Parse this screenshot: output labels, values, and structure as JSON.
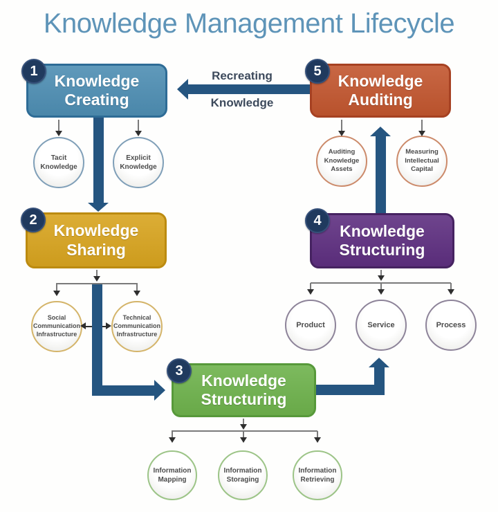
{
  "title": "Knowledge Management Lifecycle",
  "colors": {
    "title": "#5e94b8",
    "arrow": "#255580",
    "connector_line": "#7a7a7a",
    "connector_head": "#2e2e2e",
    "label_text": "#3d4a5c",
    "circle_text": "#4b4b4b",
    "badge_fill": "#203a5e",
    "badge_ring": "#35507a"
  },
  "recreating_arrow": {
    "line1": "Recreating",
    "line2": "Knowledge"
  },
  "stages": [
    {
      "number": "1",
      "label": "Knowledge Creating",
      "fill": "#4e8eb3",
      "border": "#2e6c96",
      "child_border": "#7f9fb8",
      "children": [
        "Tacit Knowledge",
        "Explicit Knowledge"
      ]
    },
    {
      "number": "2",
      "label": "Knowledge Sharing",
      "fill": "#d8a41f",
      "border": "#bc8b10",
      "child_border": "#d4b469",
      "children": [
        "Social Communication Infrastructure",
        "Technical Communication Infrastructure"
      ]
    },
    {
      "number": "3",
      "label": "Knowledge Structuring",
      "fill": "#6eb24c",
      "border": "#57993a",
      "child_border": "#9cc487",
      "children": [
        "Information Mapping",
        "Information Storaging",
        "Information Retrieving"
      ]
    },
    {
      "number": "4",
      "label": "Knowledge Structuring",
      "fill": "#5e2f80",
      "border": "#462361",
      "child_border": "#8d8399",
      "children": [
        "Product",
        "Service",
        "Process"
      ]
    },
    {
      "number": "5",
      "label": "Knowledge Auditing",
      "fill": "#c2562f",
      "border": "#a64122",
      "child_border": "#cc8a6a",
      "children": [
        "Auditing Knowledge Assets",
        "Measuring Intellectual Capital"
      ]
    }
  ]
}
